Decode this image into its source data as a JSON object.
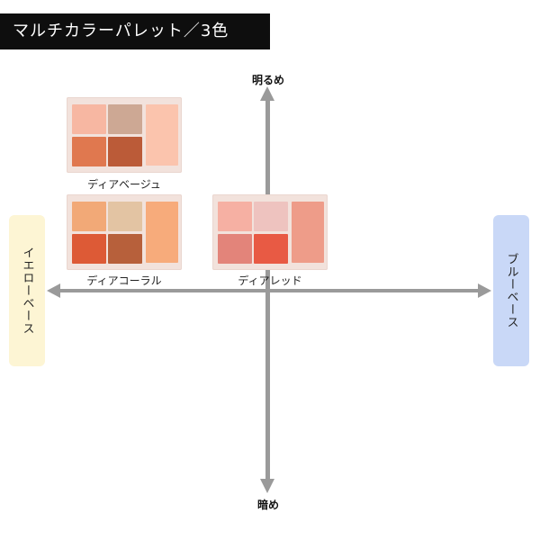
{
  "title": "マルチカラーパレット／3色",
  "axes": {
    "top": "明るめ",
    "bottom": "暗め",
    "left": "イエローベース",
    "right": "ブルーベース"
  },
  "palettes": [
    {
      "name": "ディアベージュ",
      "colors": [
        "#f7b7a2",
        "#cda894",
        "#fbc4ad",
        "#e0784f",
        "#bb5b38"
      ]
    },
    {
      "name": "ディアコーラル",
      "colors": [
        "#f2a977",
        "#e3c4a3",
        "#f7ab7b",
        "#dd5a36",
        "#b7603b"
      ]
    },
    {
      "name": "ディアレッド",
      "colors": [
        "#f6b0a3",
        "#eec3bf",
        "#ee9c89",
        "#e3847a",
        "#e85a44"
      ]
    }
  ]
}
